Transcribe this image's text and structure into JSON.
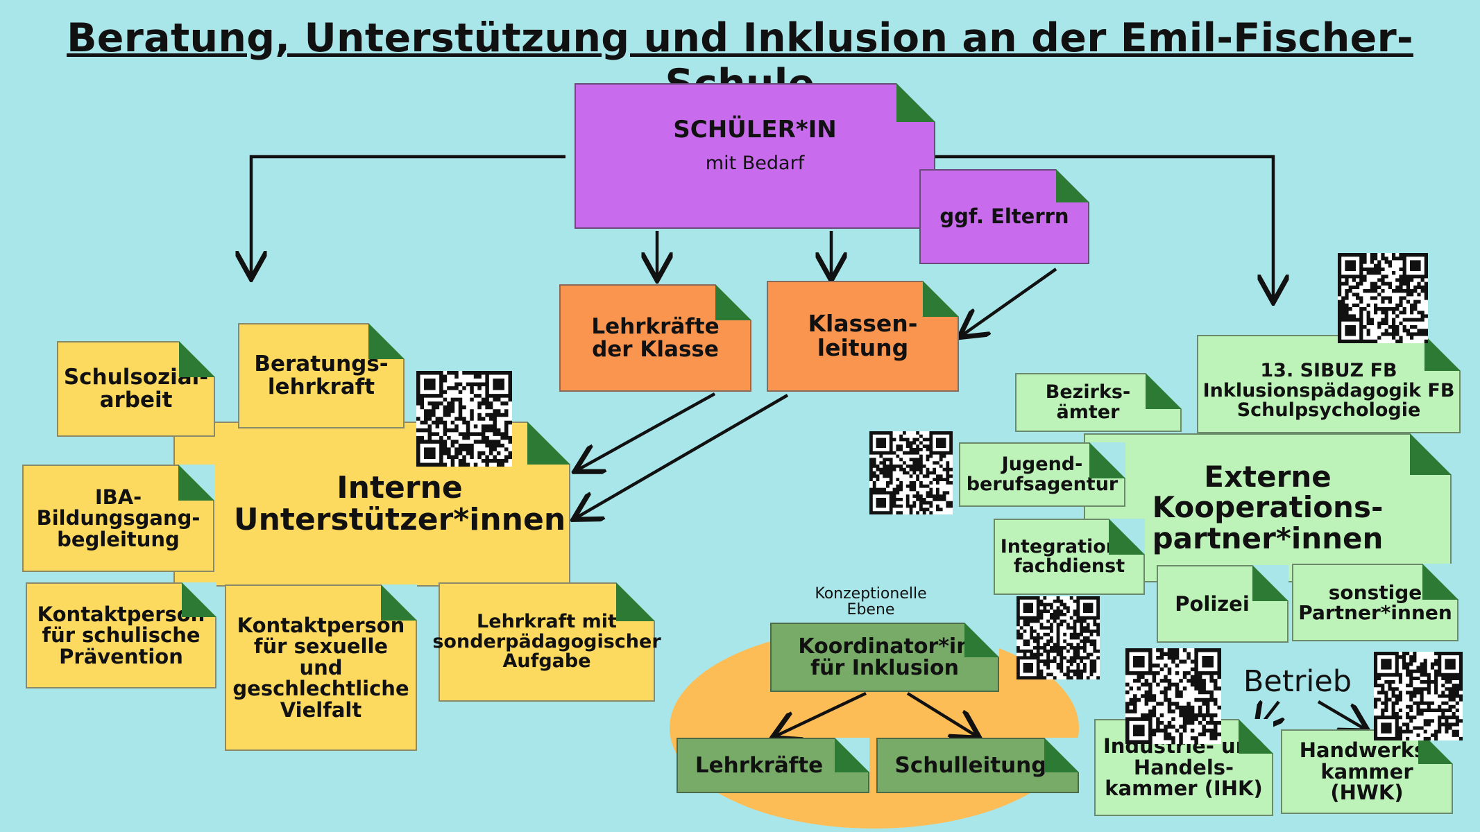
{
  "title": "Beratung, Unterstützung und Inklusion an der Emil-Fischer-Schule",
  "student": {
    "line1": "SCHÜLER*IN",
    "line2": "mit Bedarf"
  },
  "parents": "ggf. Elterrn",
  "class_teachers": "Lehrkräfte der Klasse",
  "class_lead": "Klassen- leitung",
  "internal": {
    "main": "Interne Unterstützer*innen",
    "social_work": "Schulsozial- arbeit",
    "counseling_teacher": "Beratungs- lehrkraft",
    "iba": "IBA- Bildungsgang- begleitung",
    "prevention": "Kontaktperson für schulische Prävention",
    "diversity": "Kontaktperson für sexuelle und geschlechtliche Vielfalt",
    "special_ed": "Lehrkraft mit sonderpädagogischer Aufgabe"
  },
  "conceptual": {
    "label": "Konzeptionelle Ebene",
    "coordinator": "Koordinator*in für Inklusion",
    "teachers": "Lehrkräfte",
    "school_lead": "Schulleitung"
  },
  "external": {
    "main": "Externe Kooperations- partner*innen",
    "sibuz": "13. SIBUZ FB Inklusionspädagogik FB Schulpsychologie",
    "district": "Bezirks- ämter",
    "youth_agency": "Jugend- berufsagentur",
    "integration": "Integrations- fachdienst",
    "police": "Polizei",
    "others": "sonstige Partner*innen",
    "company": "Betrieb",
    "ihk": "Industrie- und Handels- kammer (IHK)",
    "hwk": "Handwerks- kammer (HWK)"
  },
  "colors": {
    "background": "#a9e6e9",
    "student": "#c86ced",
    "class": "#fa9550",
    "internal": "#fcd95f",
    "external": "#bdf3b9",
    "conceptual": "#78ab68",
    "ellipse": "#fdbd56"
  }
}
